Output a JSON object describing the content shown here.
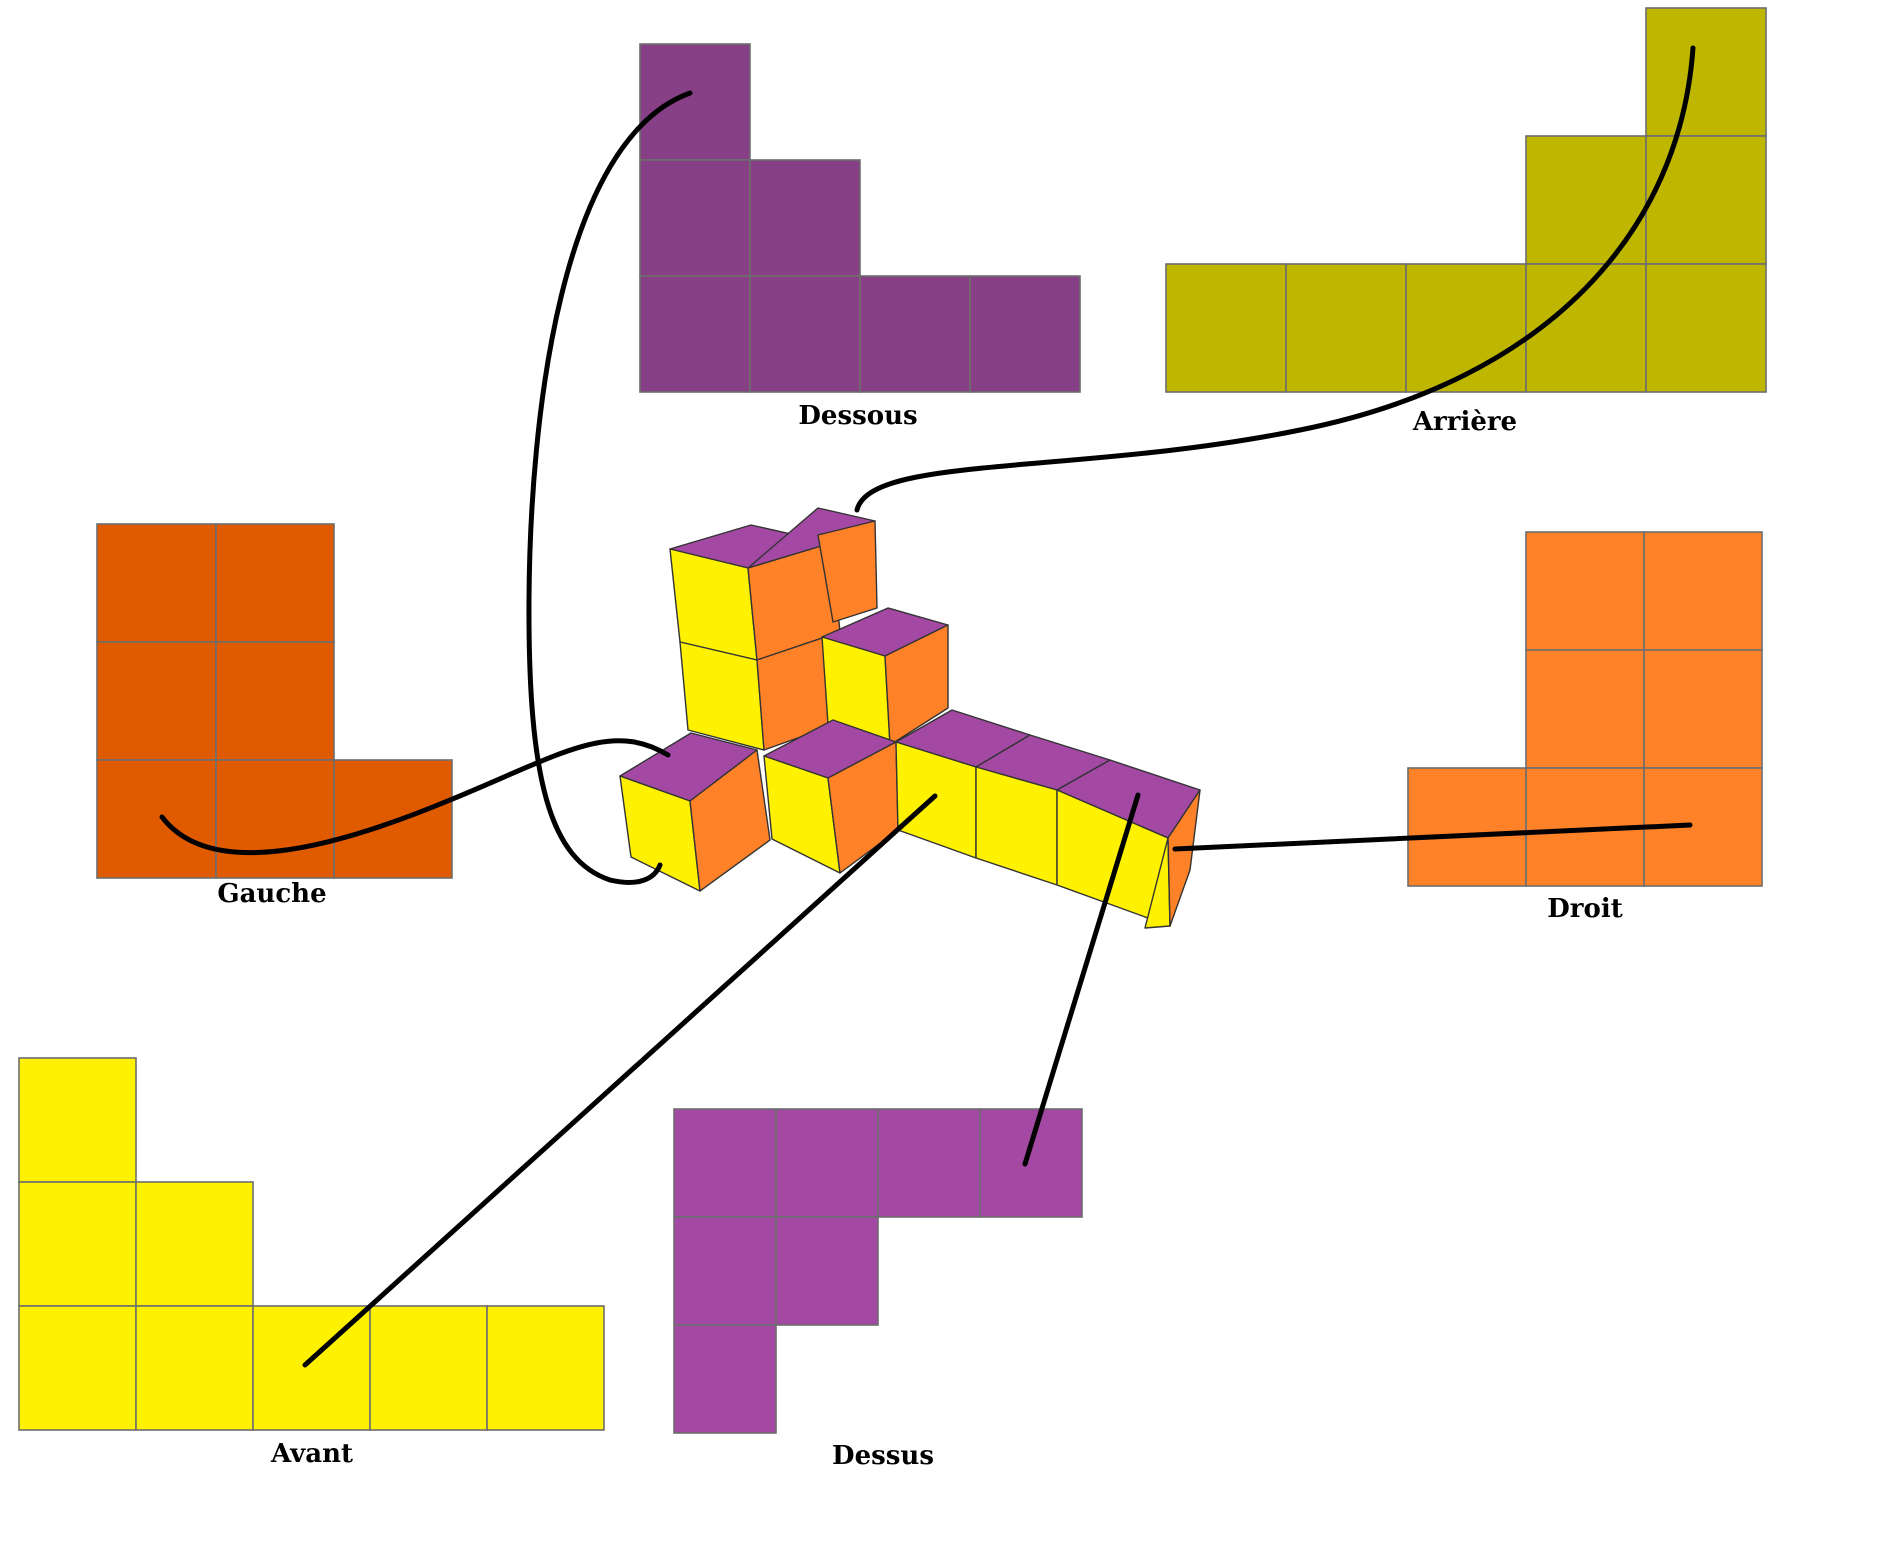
{
  "colors": {
    "dessous": "#873f86",
    "arriere": "#bfb600",
    "gauche": "#e05a00",
    "droit": "#ff8228",
    "avant": "#fff200",
    "dessus": "#a349a4",
    "cube_top": "#a349a4",
    "cube_front": "#fff200",
    "cube_side": "#ff8228"
  },
  "views": [
    {
      "id": "dessous",
      "label": "Dessous",
      "colorKey": "dessous"
    },
    {
      "id": "arriere",
      "label": "Arrière",
      "colorKey": "arriere"
    },
    {
      "id": "gauche",
      "label": "Gauche",
      "colorKey": "gauche"
    },
    {
      "id": "droit",
      "label": "Droit",
      "colorKey": "droit"
    },
    {
      "id": "avant",
      "label": "Avant",
      "colorKey": "avant"
    },
    {
      "id": "dessus",
      "label": "Dessus",
      "colorKey": "dessus"
    }
  ]
}
